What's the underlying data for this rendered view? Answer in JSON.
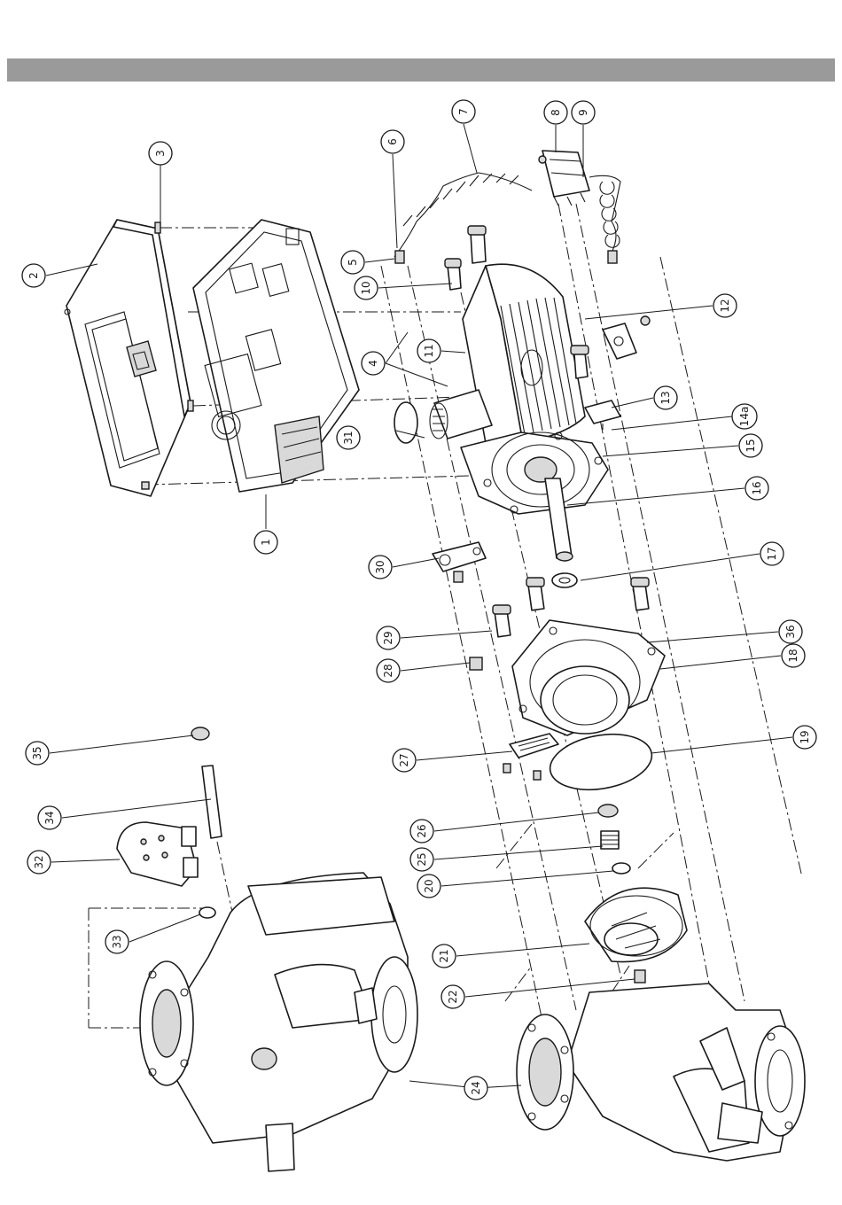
{
  "colors": {
    "header_bar": "#9a9a9a",
    "line": "#1a1a1a",
    "background": "#ffffff"
  },
  "callouts": [
    "1",
    "2",
    "3",
    "4",
    "5",
    "6",
    "7",
    "8",
    "9",
    "10",
    "11",
    "12",
    "13",
    "14a",
    "15",
    "16",
    "17",
    "18",
    "19",
    "20",
    "21",
    "22",
    "24",
    "25",
    "26",
    "27",
    "28",
    "29",
    "30",
    "31",
    "32",
    "33",
    "34",
    "35",
    "36"
  ]
}
